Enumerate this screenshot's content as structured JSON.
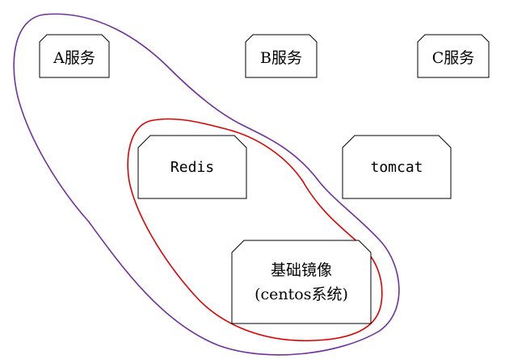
{
  "nodes": {
    "a_service": "A服务",
    "b_service": "B服务",
    "c_service": "C服务",
    "redis": "Redis",
    "tomcat": "tomcat",
    "base_image_line1": "基础镜像",
    "base_image_line2": "(centos系统)"
  },
  "colors": {
    "purple_group": "#7030a0",
    "red_group": "#e00000",
    "box_stroke": "#000000"
  }
}
